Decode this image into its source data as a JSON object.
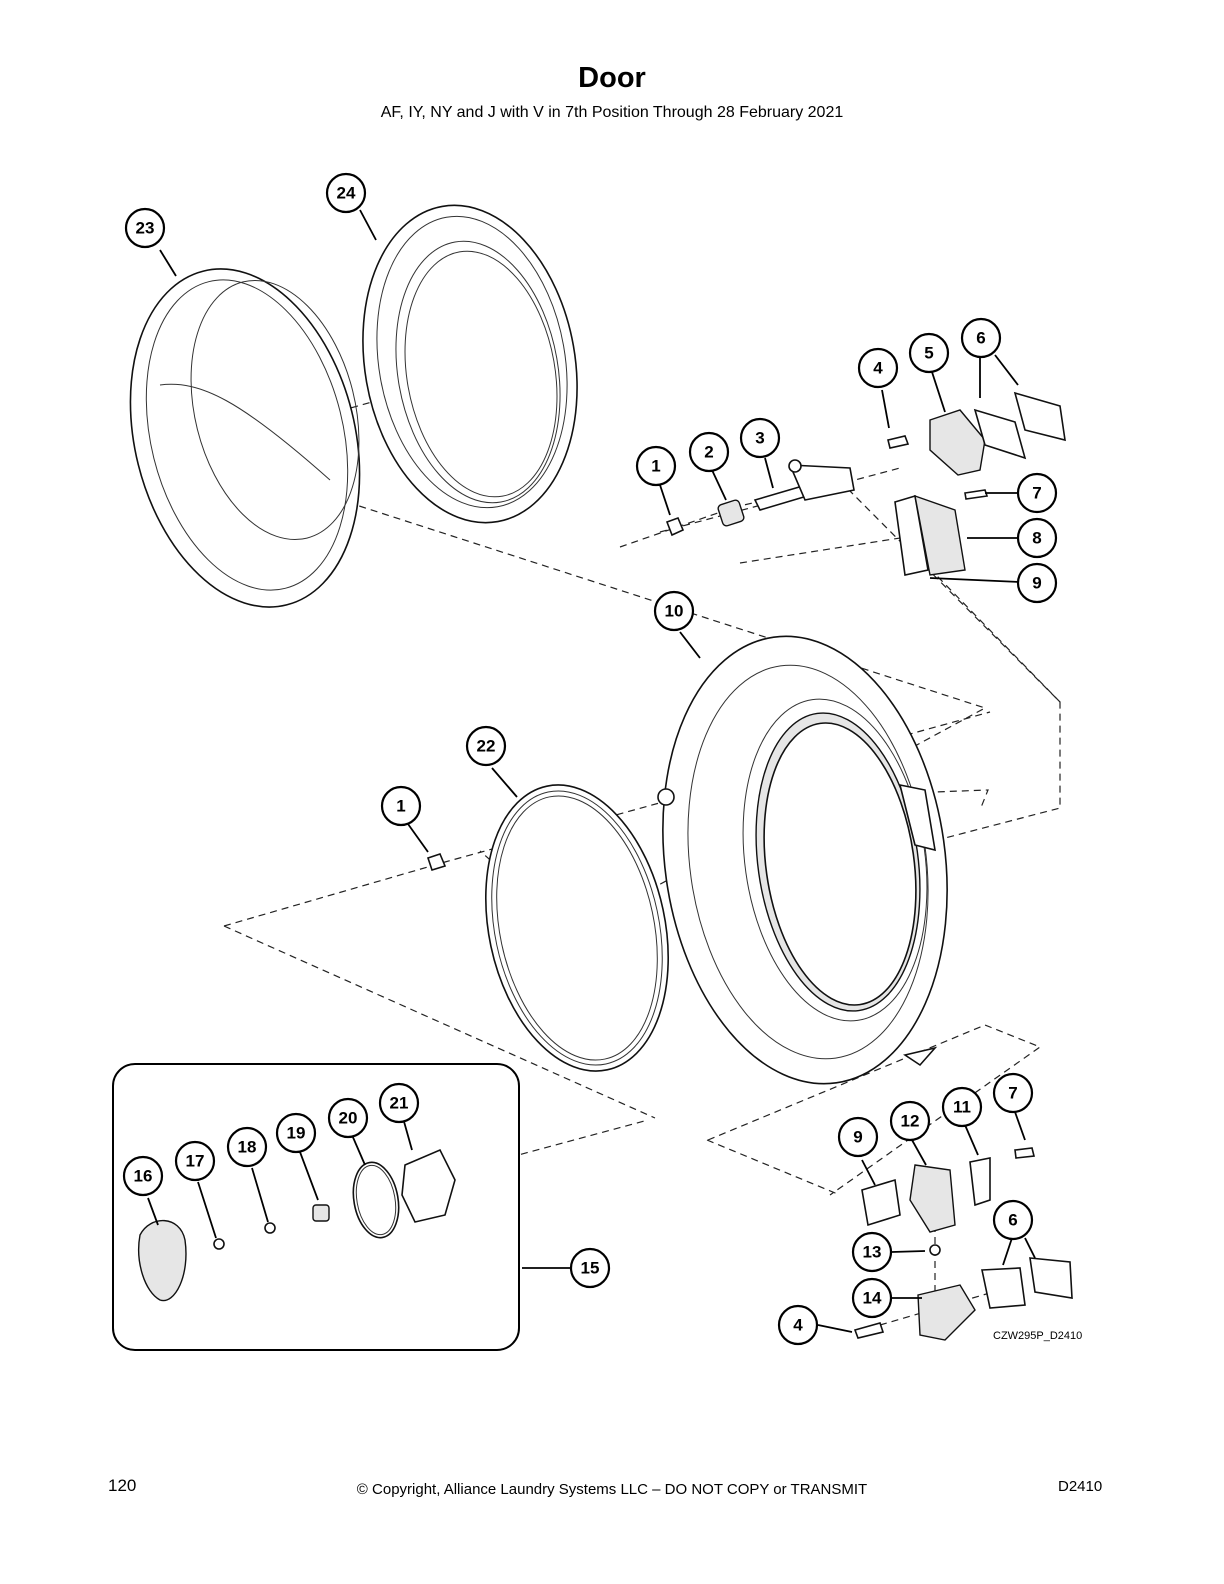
{
  "header": {
    "title": "Door",
    "subtitle": "AF, IY, NY and J with V in 7th Position Through 28 February 2021"
  },
  "diagram": {
    "drawing_code": "CZW295P_D2410",
    "callouts": [
      "1",
      "2",
      "3",
      "4",
      "5",
      "6",
      "7",
      "8",
      "9",
      "10",
      "11",
      "12",
      "13",
      "14",
      "15",
      "16",
      "17",
      "18",
      "19",
      "20",
      "21",
      "22",
      "23",
      "24"
    ]
  },
  "footer": {
    "page_number": "120",
    "copyright": "© Copyright, Alliance Laundry Systems LLC – DO NOT COPY or TRANSMIT",
    "doc_code": "D2410"
  }
}
